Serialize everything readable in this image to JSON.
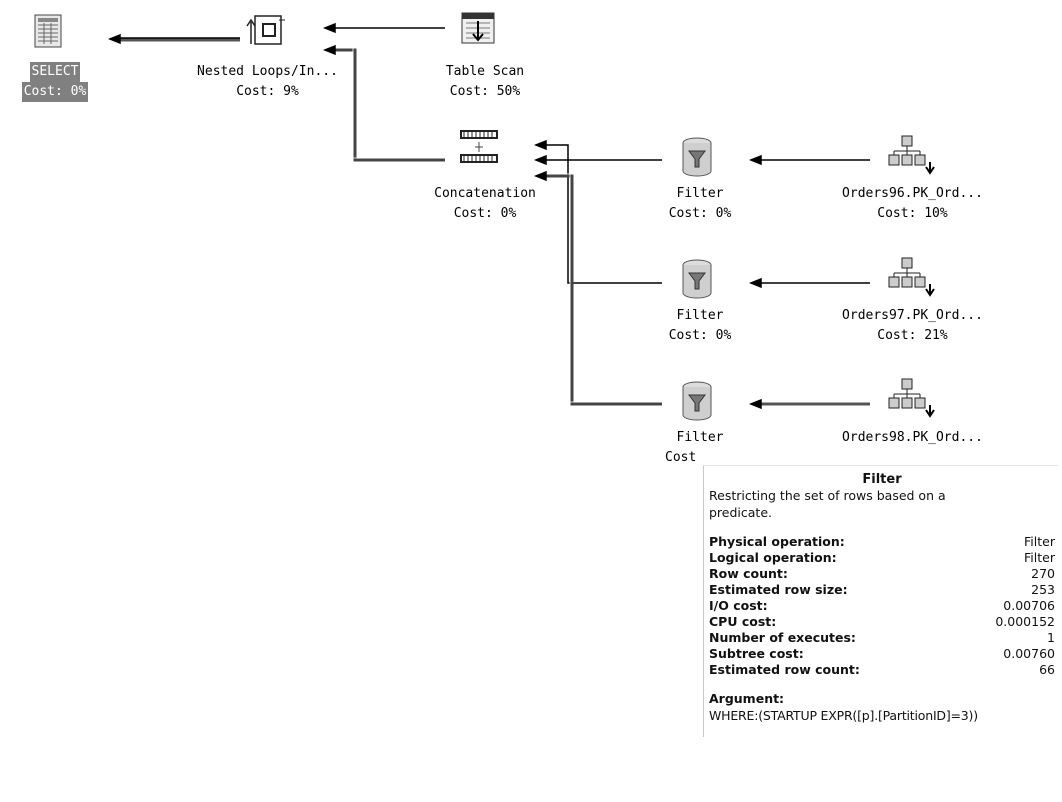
{
  "nodes": {
    "select": {
      "name": "SELECT",
      "cost": "Cost: 0%"
    },
    "nested_loops": {
      "name": "Nested Loops/In...",
      "cost": "Cost: 9%"
    },
    "table_scan": {
      "name": "Table Scan",
      "cost": "Cost: 50%"
    },
    "concatenation": {
      "name": "Concatenation",
      "cost": "Cost: 0%"
    },
    "filter1": {
      "name": "Filter",
      "cost": "Cost: 0%"
    },
    "orders96": {
      "name": "Orders96.PK_Ord...",
      "cost": "Cost: 10%"
    },
    "filter2": {
      "name": "Filter",
      "cost": "Cost: 0%"
    },
    "orders97": {
      "name": "Orders97.PK_Ord...",
      "cost": "Cost: 21%"
    },
    "filter3": {
      "name": "Filter",
      "cost": "Cost"
    },
    "orders98": {
      "name": "Orders98.PK_Ord..."
    }
  },
  "tooltip": {
    "title": "Filter",
    "description": "Restricting the set of rows based on a predicate.",
    "rows": [
      {
        "key": "Physical operation:",
        "value": "Filter"
      },
      {
        "key": "Logical operation:",
        "value": "Filter"
      },
      {
        "key": "Row count:",
        "value": "270"
      },
      {
        "key": "Estimated row size:",
        "value": "253"
      },
      {
        "key": "I/O cost:",
        "value": "0.00706"
      },
      {
        "key": "CPU cost:",
        "value": "0.000152"
      },
      {
        "key": "Number of executes:",
        "value": "1"
      },
      {
        "key": "Subtree cost:",
        "value": "0.00760"
      },
      {
        "key": "Estimated row count:",
        "value": "66"
      }
    ],
    "argument_label": "Argument:",
    "argument": "WHERE:(STARTUP EXPR([p].[PartitionID]=3))"
  }
}
